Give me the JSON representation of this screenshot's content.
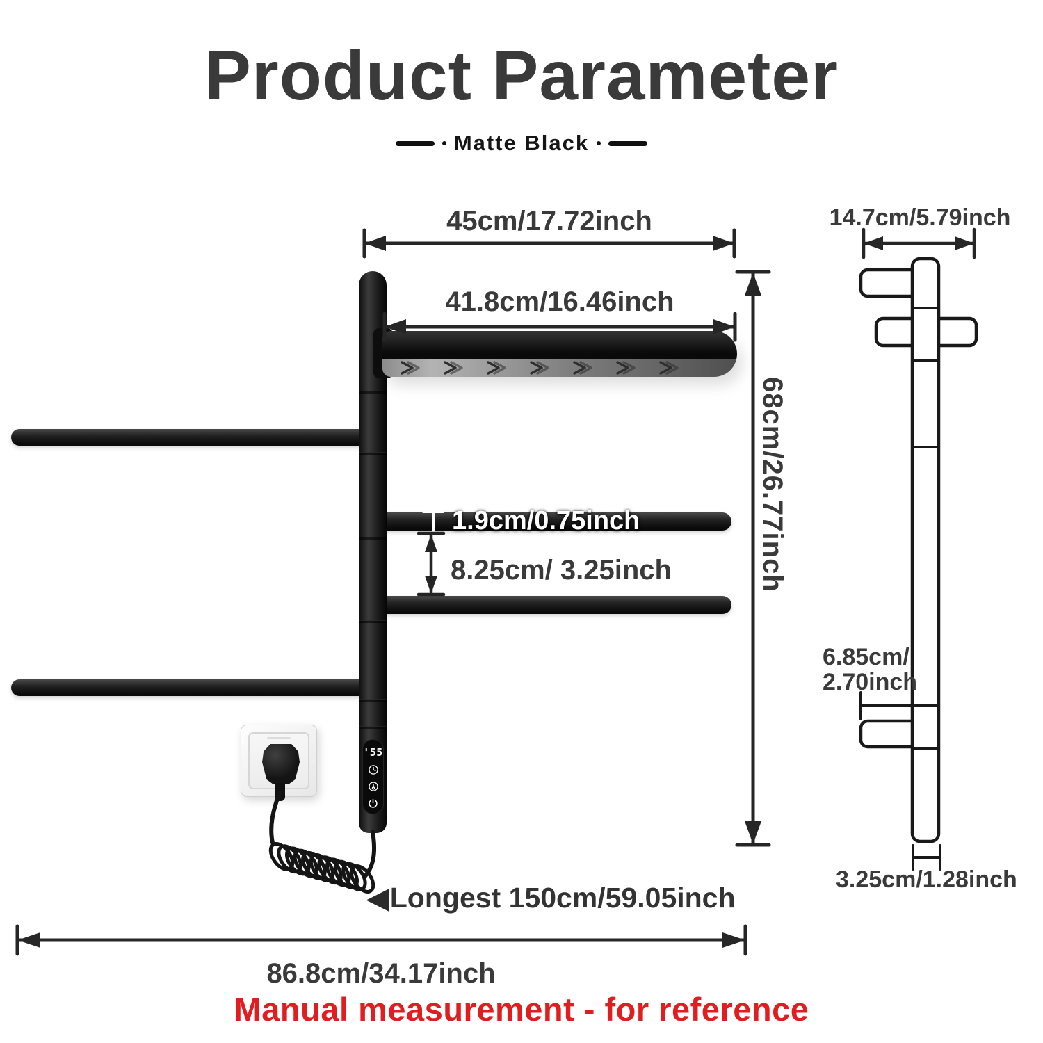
{
  "header": {
    "title": "Product Parameter",
    "subtitle": "Matte Black"
  },
  "front_view": {
    "dims": {
      "top_width": "45cm/17.72inch",
      "shelf_width": "41.8cm/16.46inch",
      "height": "68cm/26.77inch",
      "bar_thickness": "1.9cm/0.75inch",
      "bar_spacing": "8.25cm/ 3.25inch",
      "longest": {
        "arrow_icon": "◀",
        "label": "Longest 150cm/59.05inch"
      },
      "total_width": "86.8cm/34.17inch"
    },
    "controller": {
      "display": "'55",
      "icons": [
        "timer-icon",
        "temperature-icon",
        "power-icon"
      ]
    }
  },
  "side_view": {
    "dims": {
      "depth": "14.7cm/5.79inch",
      "bracket_depth_line1": "6.85cm/",
      "bracket_depth_line2": "2.70inch",
      "pole_width": "3.25cm/1.28inch"
    }
  },
  "footer": {
    "note": "Manual measurement - for reference"
  },
  "colors": {
    "accent_red": "#e01e1f",
    "ink": "#3a3a3a",
    "metal": "#141414",
    "outlet_plate": "#f4f4f4"
  }
}
